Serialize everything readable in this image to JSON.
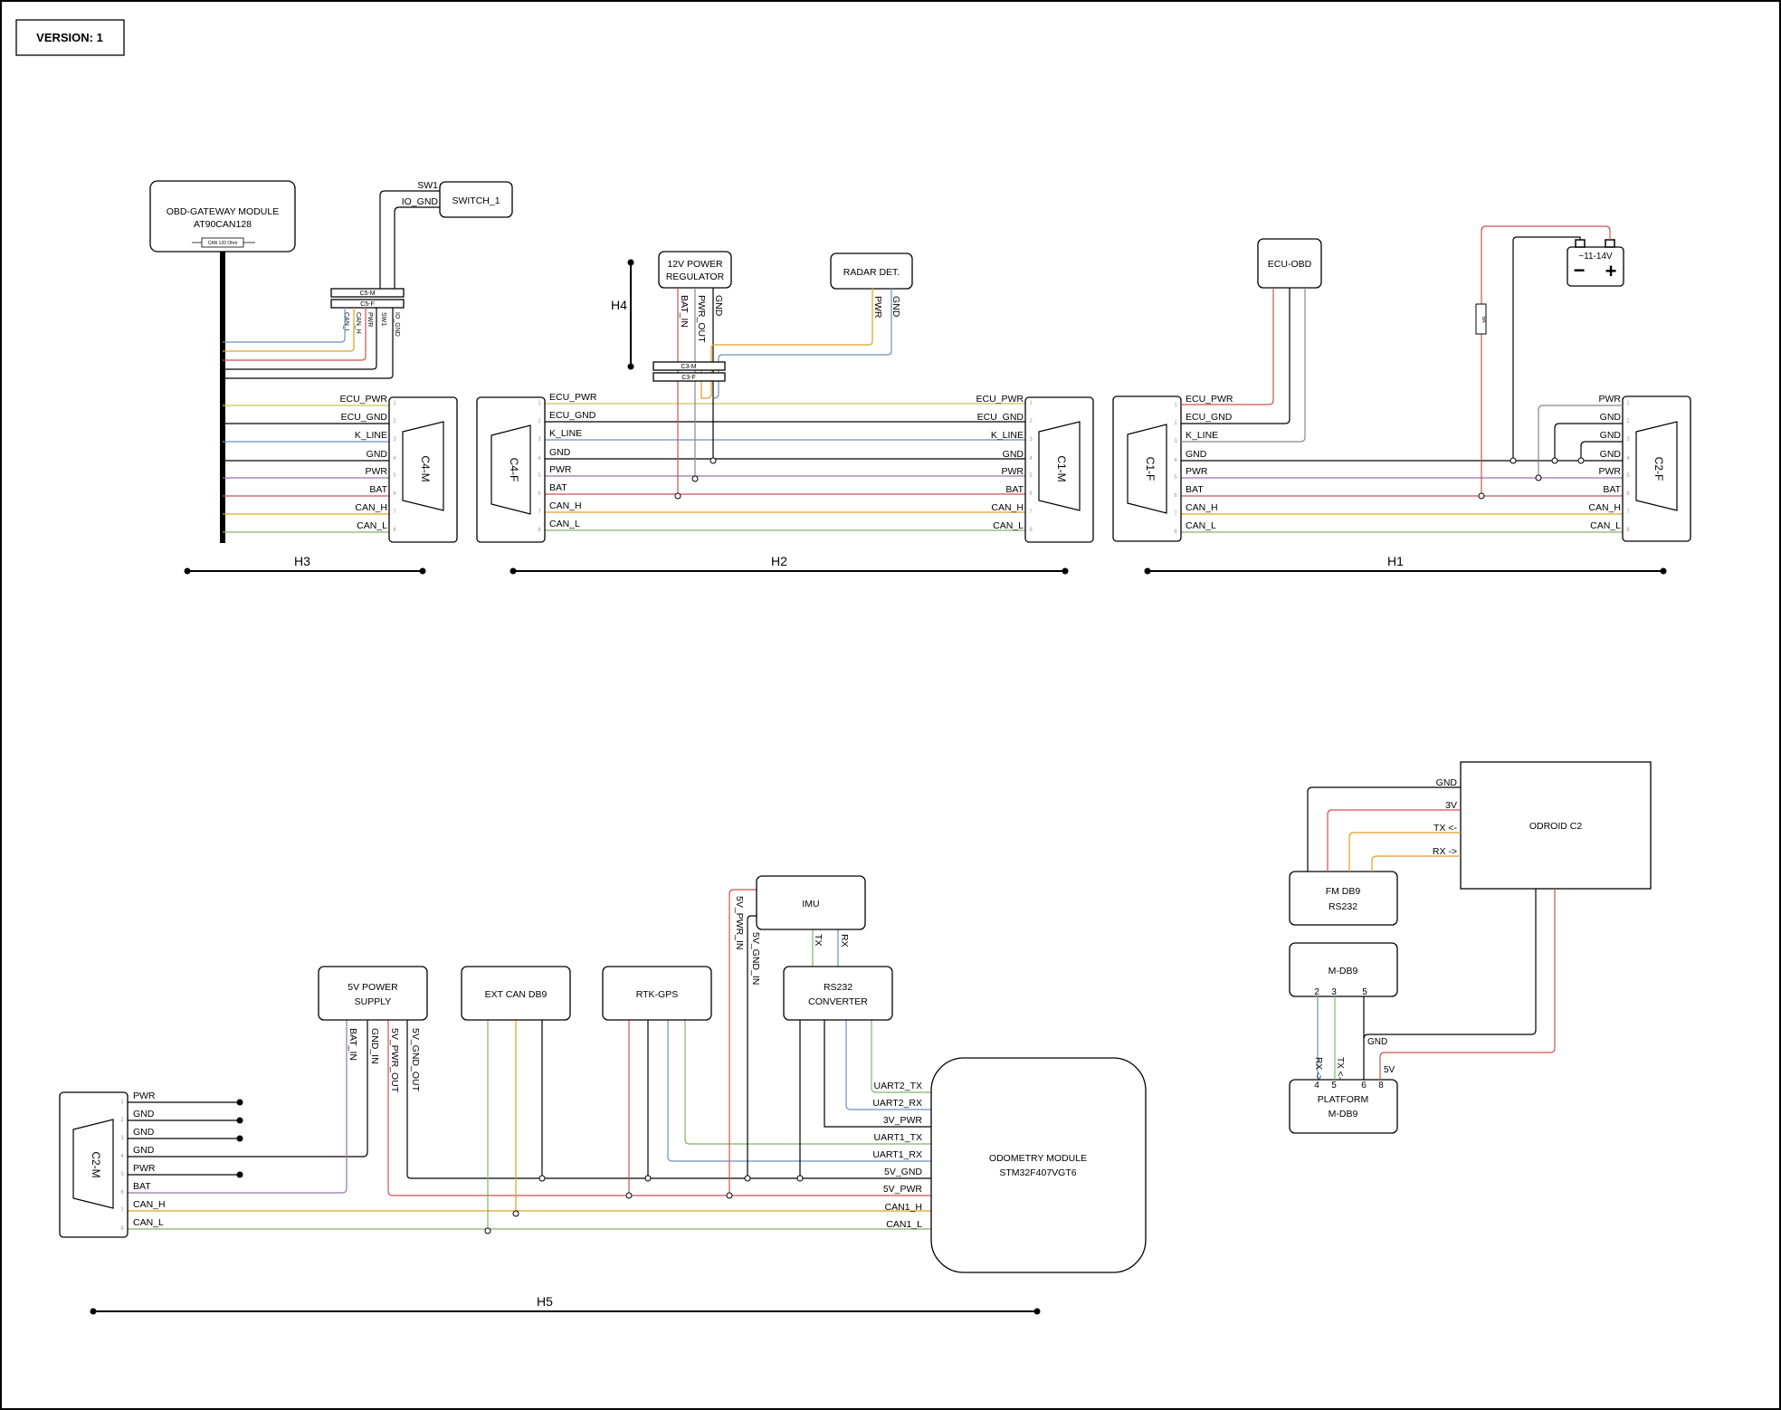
{
  "version": "VERSION: 1",
  "modules": {
    "obd_gateway": [
      "OBD-GATEWAY MODULE",
      "AT90CAN128"
    ],
    "can_term": "CAN 120 Ohm",
    "switch": "SWITCH_1",
    "power_reg": [
      "12V POWER",
      "REGULATOR"
    ],
    "radar": "RADAR DET.",
    "ecu_obd": "ECU-OBD",
    "battery": "~11-14V",
    "fuse": "5A",
    "ps5v": [
      "5V POWER",
      "SUPPLY"
    ],
    "ext_can": "EXT CAN DB9",
    "rtk": "RTK-GPS",
    "imu": "IMU",
    "rs232": [
      "RS232",
      "CONVERTER"
    ],
    "odometry": [
      "ODOMETRY MODULE",
      "STM32F407VGT6"
    ],
    "odroid": "ODROID C2",
    "fm_db9": [
      "FM DB9",
      "RS232"
    ],
    "m_db9": "M-DB9",
    "platform": [
      "PLATFORM",
      "M-DB9"
    ]
  },
  "connectors": {
    "c5m": "C5-M",
    "c5f": "C5-F",
    "c3m": "C3-M",
    "c3f": "C3-F",
    "c4m": "C4-M",
    "c4f": "C4-F",
    "c1m": "C1-M",
    "c1f": "C1-F",
    "c2f": "C2-F",
    "c2m": "C2-M"
  },
  "harnesses": {
    "h1": "H1",
    "h2": "H2",
    "h3": "H3",
    "h4": "H4",
    "h5": "H5"
  },
  "signals": {
    "main": [
      "ECU_PWR",
      "ECU_GND",
      "K_LINE",
      "GND",
      "PWR",
      "BAT",
      "CAN_H",
      "CAN_L"
    ],
    "c2f": [
      "PWR",
      "GND",
      "GND",
      "GND",
      "PWR",
      "BAT",
      "CAN_H",
      "CAN_L"
    ],
    "c2m": [
      "PWR",
      "GND",
      "GND",
      "GND",
      "PWR",
      "BAT",
      "CAN_H",
      "CAN_L"
    ],
    "c5": [
      "CAN_L",
      "CAN_H",
      "PWR",
      "SW1",
      "IO_GND"
    ],
    "switch_pins": [
      "SW1",
      "IO_GND"
    ],
    "reg_pins": [
      "BAT_IN",
      "PWR_OUT",
      "GND"
    ],
    "radar_pins": [
      "PWR",
      "GND"
    ],
    "ps5v_pins": [
      "BAT_IN",
      "GND_IN",
      "5V_PWR_OUT",
      "5V_GND_OUT"
    ],
    "imu_pins": [
      "5V_PWR_IN",
      "5V_GND_IN",
      "TX",
      "RX"
    ],
    "odometry_pins": [
      "UART2_TX",
      "UART2_RX",
      "3V_PWR",
      "UART1_TX",
      "UART1_RX",
      "5V_GND",
      "5V_PWR",
      "CAN1_H",
      "CAN1_L"
    ],
    "odroid_pins": [
      "GND",
      "3V",
      "TX <-",
      "RX ->"
    ],
    "mdb9_pins": [
      "2",
      "3",
      "5"
    ],
    "platform_pins": [
      "4",
      "5",
      "6",
      "8"
    ],
    "platform_sig": [
      "RX ->",
      "TX <-",
      "GND",
      "5V"
    ],
    "pin_numbers": [
      "1",
      "2",
      "3",
      "4",
      "5",
      "6",
      "7",
      "8"
    ]
  }
}
